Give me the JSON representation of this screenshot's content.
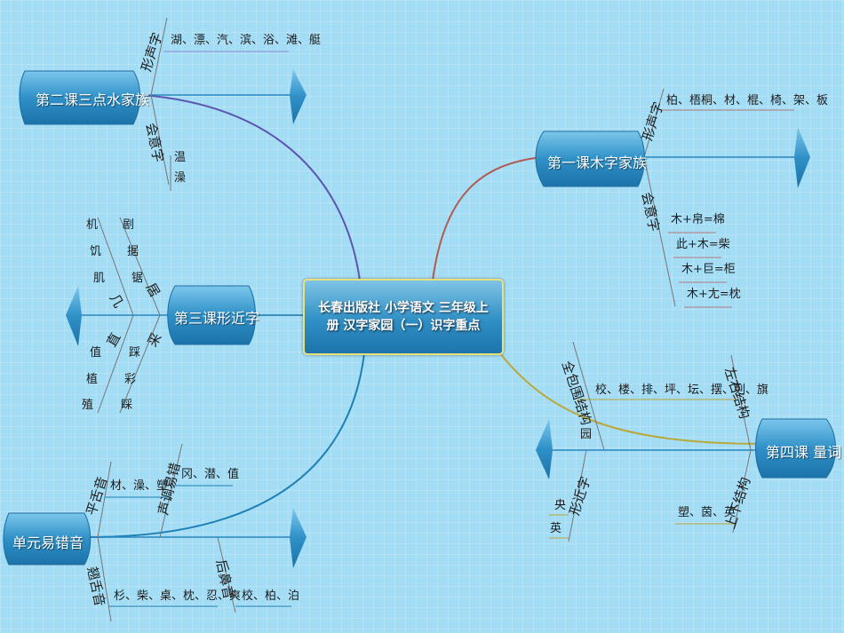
{
  "center": {
    "title": "长春出版社 小学语文 三年级上册 汉字家园（一）识字重点"
  },
  "lesson1": {
    "title": "第一课木字家族",
    "branch_a": "形声字",
    "branch_a_chars": "柏、梧桐、材、棍、椅、架、板",
    "branch_b": "会意字",
    "formulas": [
      "木+帛=棉",
      "此+木=柴",
      "木+巨=柜",
      "木+尢=枕"
    ]
  },
  "lesson2": {
    "title": "第二课三点水家族",
    "branch_a": "形声字",
    "branch_a_chars": "湖、漂、汽、滨、浴、滩、艇",
    "branch_b": "会意字",
    "chars": [
      "温",
      "澡"
    ]
  },
  "lesson3": {
    "title": "第三课形近字",
    "g1": "几",
    "g1_chars": [
      "机",
      "饥",
      "肌"
    ],
    "g2": "居",
    "g2_chars": [
      "剧",
      "据",
      "锯"
    ],
    "g3": "直",
    "g3_chars": [
      "值",
      "植",
      "殖"
    ],
    "g4": "采",
    "g4_chars": [
      "踩",
      "彩",
      "睬"
    ]
  },
  "lesson4": {
    "title": "第四课 量词",
    "branch_a": "左右结构",
    "branch_a_chars": "校、楼、排、坪、坛、摆、列、旗",
    "branch_b": "上下结构",
    "branch_b_chars": "塑、茵、英",
    "branch_c": "全包围结构",
    "branch_c_char": "园",
    "branch_d": "形近字",
    "branch_d_chars": [
      "央",
      "英"
    ]
  },
  "unit": {
    "title": "单元易错音",
    "branch_a": "平舌音",
    "branch_a_chars": "材、澡、塑",
    "branch_b": "声调易错",
    "branch_b_chars": "冈、潜、值",
    "branch_c": "翘舌音",
    "branch_c_chars": "杉、柴、桌、枕、忍、爽",
    "branch_d": "后鼻音",
    "branch_d_chars": "校、柏、泊"
  }
}
